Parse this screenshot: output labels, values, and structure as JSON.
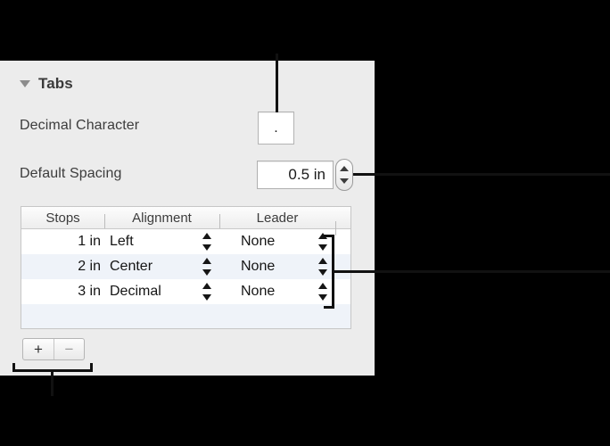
{
  "panel": {
    "section": {
      "title": "Tabs",
      "disclosure_icon": "triangle-down-icon",
      "expanded": true
    },
    "fields": [
      {
        "label": "Decimal Character",
        "value": ".",
        "type": "text-field"
      },
      {
        "label": "Default Spacing",
        "value": "0.5 in",
        "type": "stepper-field",
        "stepper_icon": "stepper-up-down-icon"
      }
    ],
    "table": {
      "columns": [
        "Stops",
        "Alignment",
        "Leader"
      ],
      "rows": [
        {
          "stop": "1 in",
          "alignment": "Left",
          "leader": "None"
        },
        {
          "stop": "2 in",
          "alignment": "Center",
          "leader": "None"
        },
        {
          "stop": "3 in",
          "alignment": "Decimal",
          "leader": "None"
        }
      ],
      "row_stepper_icon": "stepper-up-down-icon"
    },
    "actions": {
      "add_label": "+",
      "remove_label": "−",
      "add_icon": "plus-icon",
      "remove_icon": "minus-icon"
    }
  },
  "colors": {
    "panel_background": "#ececec",
    "field_background": "#ffffff",
    "row_alt_background": "#eff3f9",
    "text": "#3c3c3c",
    "callout_line": "#111111",
    "backdrop": "#000000"
  }
}
